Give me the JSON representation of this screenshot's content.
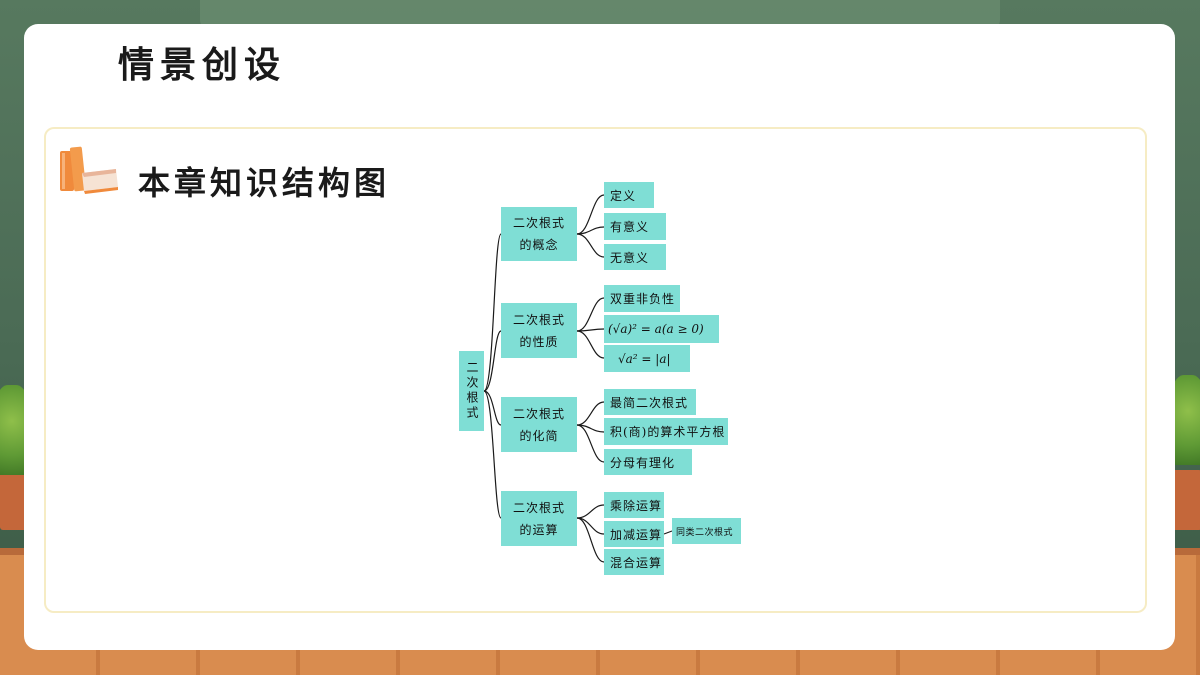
{
  "page": {
    "title": "情景创设",
    "section_title": "本章知识结构图"
  },
  "mindmap": {
    "root": "二次根式",
    "categories": [
      {
        "label_line1": "二次根式",
        "label_line2": "的概念",
        "leaves": [
          "定义",
          "有意义",
          "无意义"
        ]
      },
      {
        "label_line1": "二次根式",
        "label_line2": "的性质",
        "leaves": [
          "双重非负性",
          "(√a)² = a(a ≥ 0)",
          "√a² = |a|"
        ]
      },
      {
        "label_line1": "二次根式",
        "label_line2": "的化简",
        "leaves": [
          "最简二次根式",
          "积(商)的算术平方根",
          "分母有理化"
        ]
      },
      {
        "label_line1": "二次根式",
        "label_line2": "的运算",
        "leaves": [
          "乘除运算",
          "加减运算",
          "混合运算"
        ]
      }
    ],
    "extra_leaf": "同类二次根式"
  },
  "colors": {
    "node_fill": "#7fded5",
    "card_border": "#f6ecc4"
  }
}
